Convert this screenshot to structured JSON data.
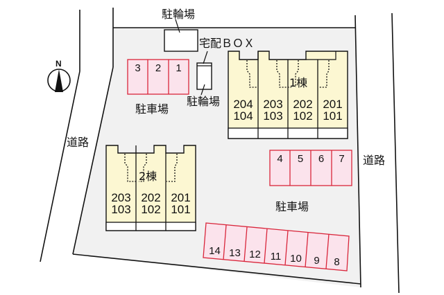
{
  "colors": {
    "lot_fill": "#f1f1f1",
    "building_fill": "#fcf7d2",
    "parking_fill": "#fbe3ec",
    "parking_stroke": "#d9253a",
    "line": "#111111"
  },
  "compass": {
    "label": "N"
  },
  "roads": {
    "left_label": "道路",
    "right_label": "道路"
  },
  "bicycle_parking_top": {
    "label": "駐輪場"
  },
  "delivery_box": {
    "label": "宅配ＢＯＸ"
  },
  "bicycle_parking_side": {
    "label": "駐輪場"
  },
  "parking_top_left": {
    "label": "駐車場",
    "spaces": [
      "3",
      "2",
      "1"
    ]
  },
  "parking_right": {
    "spaces": [
      "4",
      "5",
      "6",
      "7"
    ]
  },
  "parking_center": {
    "label": "駐車場"
  },
  "parking_bottom": {
    "spaces": [
      "14",
      "13",
      "12",
      "11",
      "10",
      "9",
      "8"
    ]
  },
  "building1": {
    "label": "1棟",
    "units": [
      {
        "upper": "204",
        "lower": "104"
      },
      {
        "upper": "203",
        "lower": "103"
      },
      {
        "upper": "202",
        "lower": "102"
      },
      {
        "upper": "201",
        "lower": "101"
      }
    ]
  },
  "building2": {
    "label": "2棟",
    "units": [
      {
        "upper": "203",
        "lower": "103"
      },
      {
        "upper": "202",
        "lower": "102"
      },
      {
        "upper": "201",
        "lower": "101"
      }
    ]
  }
}
